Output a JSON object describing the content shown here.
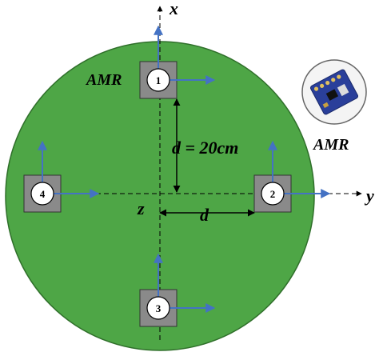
{
  "axes": {
    "x_label": "x",
    "y_label": "y",
    "z_label": "z"
  },
  "sensors": [
    {
      "id": "1",
      "label": "1"
    },
    {
      "id": "2",
      "label": "2"
    },
    {
      "id": "3",
      "label": "3"
    },
    {
      "id": "4",
      "label": "4"
    }
  ],
  "annotations": {
    "amr_left": "AMR",
    "amr_right": "AMR",
    "distance_eq": "d = 20cm",
    "distance_d": "d"
  },
  "colors": {
    "board": "#4ea646",
    "board_edge": "#2f6f2a",
    "pad": "#8a8a8a",
    "arrow": "#4472c4",
    "chip_board": "#2a3f9a"
  }
}
